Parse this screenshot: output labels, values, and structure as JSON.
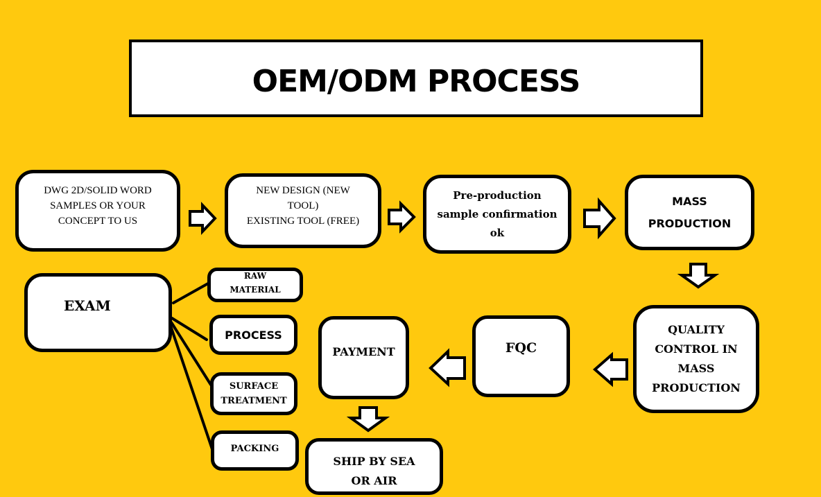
{
  "title": "OEM/ODM PROCESS",
  "colors": {
    "background": "#FFC90E",
    "box_fill": "#FFFFFF",
    "stroke": "#000000"
  },
  "steps": {
    "drawing": "DWG 2D/SOLID WORD\nSAMPLES OR YOUR\nCONCEPT TO US",
    "design": "NEW DESIGN (NEW\nTOOL)\nEXISTING TOOL (FREE)",
    "preproduction": "Pre-production\nsample confirmation\nok",
    "mass_production": "MASS\nPRODUCTION",
    "quality_control": "QUALITY\nCONTROL IN\nMASS\nPRODUCTION",
    "fqc": "FQC",
    "payment": "PAYMENT",
    "ship": "SHIP BY SEA\nOR AIR"
  },
  "exam": {
    "label": "EXAM",
    "items": [
      "RAW\nMATERIAL",
      "PROCESS",
      "SURFACE\nTREATMENT",
      "PACKING"
    ]
  },
  "arrows": [
    {
      "from": "drawing",
      "to": "design",
      "direction": "right"
    },
    {
      "from": "design",
      "to": "preproduction",
      "direction": "right"
    },
    {
      "from": "preproduction",
      "to": "mass_production",
      "direction": "right"
    },
    {
      "from": "mass_production",
      "to": "quality_control",
      "direction": "down"
    },
    {
      "from": "quality_control",
      "to": "fqc",
      "direction": "left"
    },
    {
      "from": "fqc",
      "to": "payment",
      "direction": "left"
    },
    {
      "from": "payment",
      "to": "ship",
      "direction": "down"
    }
  ]
}
